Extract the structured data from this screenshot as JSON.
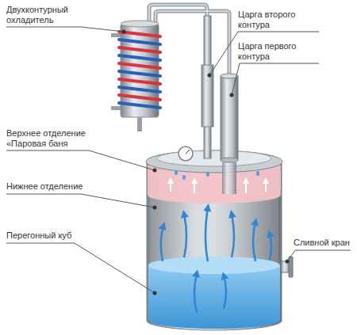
{
  "diagram": {
    "labels": [
      "Двухконтурный охладитель",
      "Царга второго контура",
      "Царга первого контура",
      "Верхнее отделение «Паровая баня",
      "Нижнее отделение",
      "Перегонный куб",
      "Сливной кран"
    ]
  }
}
